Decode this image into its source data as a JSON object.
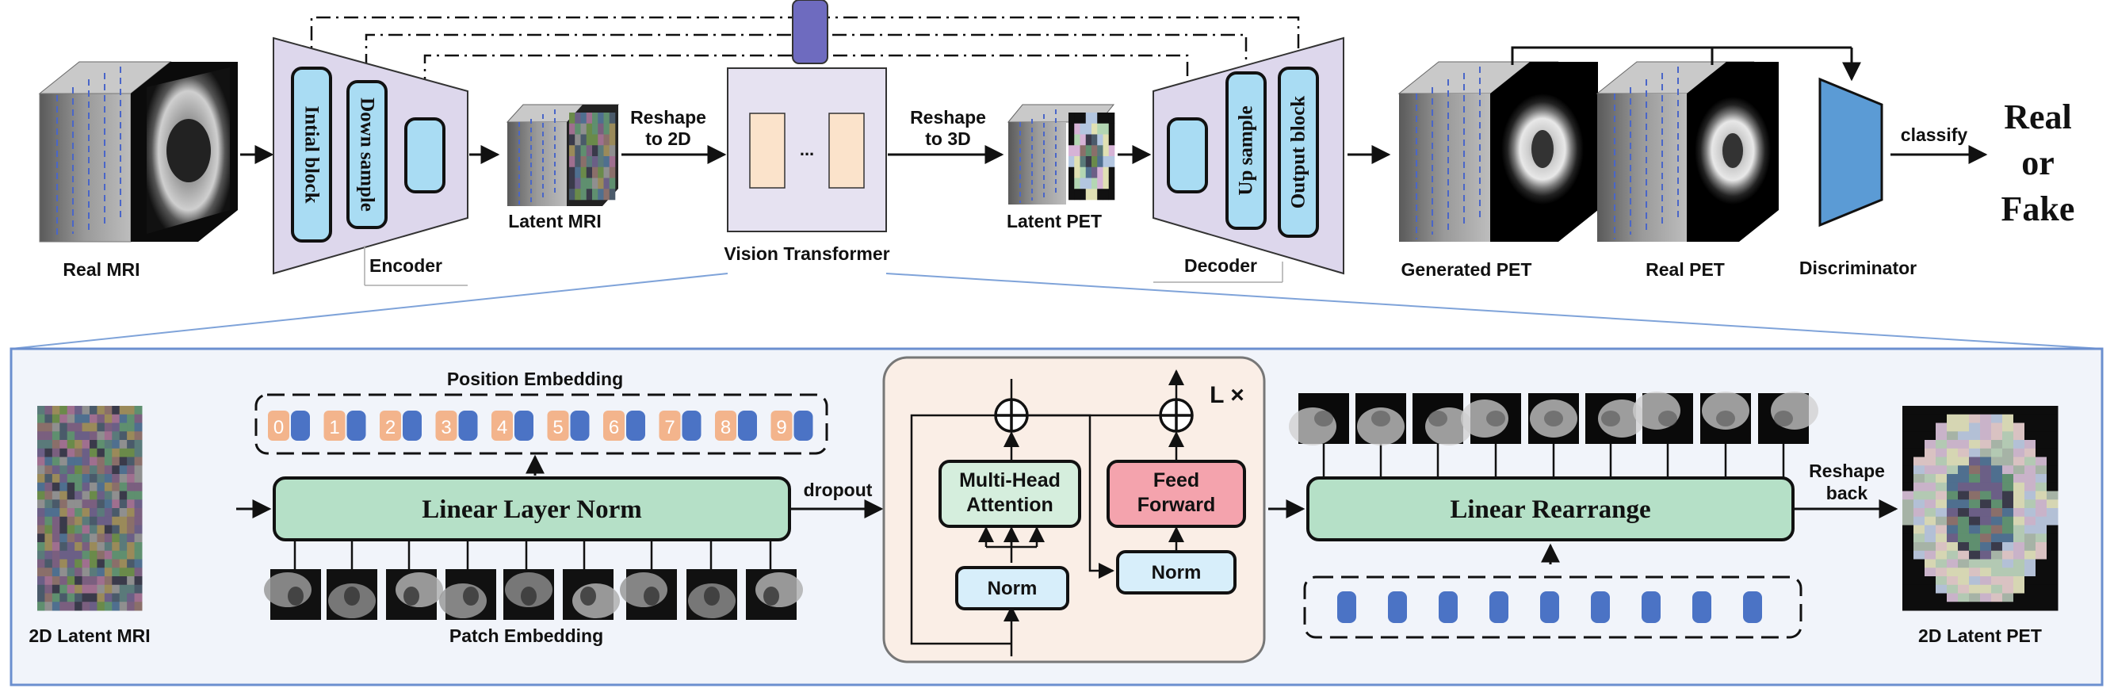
{
  "top": {
    "real_mri": "Real MRI",
    "encoder": {
      "title": "Encoder",
      "initial_block": "Intial block",
      "down_sample": "Down sample"
    },
    "latent_mri": "Latent MRI",
    "reshape_2d": [
      "Reshape",
      "to 2D"
    ],
    "vit": {
      "title": "Vision Transformer",
      "ellipsis": "..."
    },
    "reshape_3d": [
      "Reshape",
      "to 3D"
    ],
    "latent_pet": "Latent PET",
    "decoder": {
      "title": "Decoder",
      "up_sample": "Up sample",
      "output_block": "Output block"
    },
    "generated_pet": "Generated PET",
    "real_pet": "Real PET",
    "discriminator": "Discriminator",
    "classify": "classify",
    "result": [
      "Real",
      "or",
      "Fake"
    ]
  },
  "bottom": {
    "latent_mri_2d": "2D Latent MRI",
    "position_embedding": "Position Embedding",
    "position_indices": [
      "0",
      "1",
      "2",
      "3",
      "4",
      "5",
      "6",
      "7",
      "8",
      "9"
    ],
    "linear_layer_norm": "Linear Layer Norm",
    "patch_embedding": "Patch Embedding",
    "dropout": "dropout",
    "transformer": {
      "repeat": "L ×",
      "mha": [
        "Multi-Head",
        "Attention"
      ],
      "ff": [
        "Feed",
        "Forward"
      ],
      "norm": "Norm"
    },
    "linear_rearrange": "Linear Rearrange",
    "reshape_back": [
      "Reshape",
      "back"
    ],
    "latent_pet_2d": "2D Latent PET"
  },
  "colors": {
    "block_blue": "#a9dcf3",
    "block_green": "#b5e0c7",
    "ff_red": "#f4a3ad",
    "norm_blue": "#d7eefa",
    "trap_purple": "#ddd7ec",
    "vit_box": "#e6e2f1",
    "vit_token": "#fbe3cb",
    "token_orange": "#f3b48c",
    "token_blue": "#4b73c5",
    "disc_blue": "#5b9bd5",
    "bottom_bg": "#f1f4fa",
    "transformer_bg": "#faeee6"
  }
}
